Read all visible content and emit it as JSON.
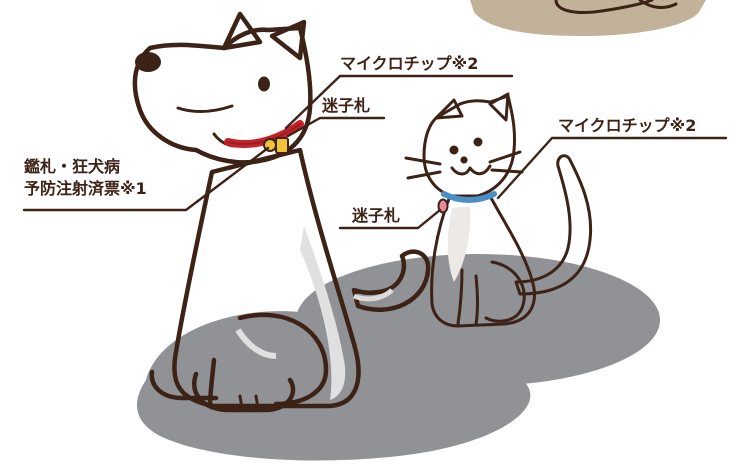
{
  "labels": {
    "dog_license": {
      "line1": "鑑札・狂犬病",
      "line2": "予防注射済票※1"
    },
    "dog_tag": "迷子札",
    "dog_microchip": "マイクロチップ※2",
    "cat_tag": "迷子札",
    "cat_microchip": "マイクロチップ※2"
  },
  "colors": {
    "outline": "#3d2216",
    "dog_collar": "#c8202a",
    "dog_tag": "#f2c23a",
    "cat_collar": "#4a8fc6",
    "cat_tag": "#e88a9a",
    "cat_fur": "#cdc9c5",
    "floor_shadow": "#909296",
    "mat": "#c2b29a"
  }
}
